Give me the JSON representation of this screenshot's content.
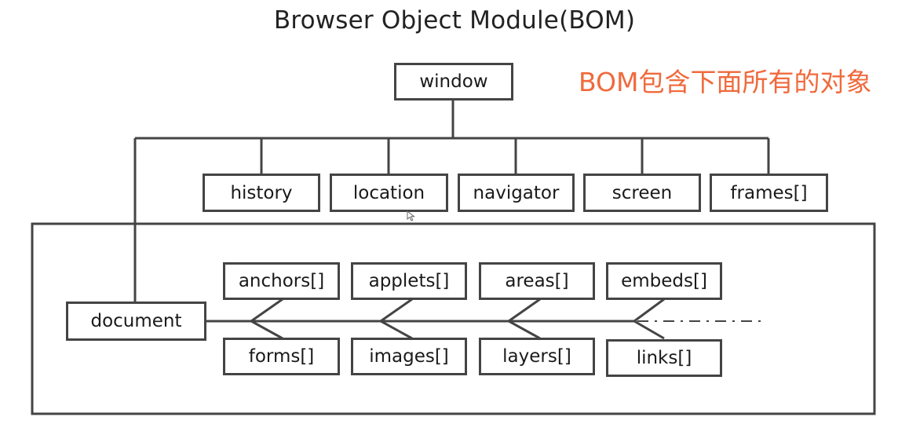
{
  "title": "Browser Object Module(BOM)",
  "annotation": "BOM包含下面所有的对象",
  "colors": {
    "line": "#444444",
    "annotation": "#f06a3c"
  },
  "nodes": {
    "window": "window",
    "history": "history",
    "location": "location",
    "navigator": "navigator",
    "screen": "screen",
    "frames": "frames[]",
    "document": "document",
    "anchors": "anchors[]",
    "applets": "applets[]",
    "areas": "areas[]",
    "embeds": "embeds[]",
    "forms": "forms[]",
    "images": "images[]",
    "layers": "layers[]",
    "links": "links[]"
  }
}
